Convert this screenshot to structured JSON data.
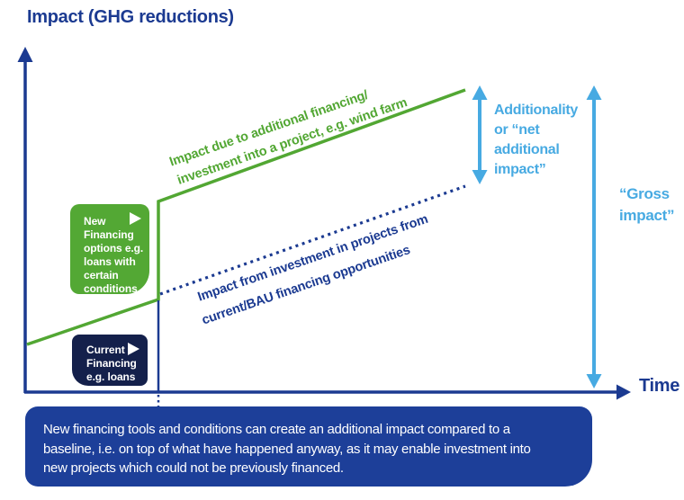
{
  "title": "Impact (GHG reductions)",
  "x_axis_label": "Time",
  "line_labels": {
    "additional": [
      "Impact due to additional financing/",
      "investment into a project, e.g. wind farm"
    ],
    "bau": [
      "Impact from investment in projects from",
      "current/BAU financing opportunities"
    ]
  },
  "boxes": {
    "new_financing": {
      "lines": [
        "New",
        "Financing",
        "options e.g.",
        "loans with",
        "certain",
        "conditions"
      ]
    },
    "current_financing": {
      "lines": [
        "Current",
        "Financing",
        "e.g. loans"
      ]
    }
  },
  "annotations": {
    "additionality": {
      "lines": [
        "Additionality",
        "or “net",
        "additional",
        "impact”"
      ]
    },
    "gross_impact": {
      "lines": [
        "“Gross",
        "impact”"
      ]
    }
  },
  "banner": {
    "lines": [
      "New financing tools and conditions can create an additional impact compared to a",
      "baseline, i.e. on top of what have happened anyway, as it may enable investment into",
      "new projects which could not be previously financed."
    ]
  },
  "colors": {
    "navy": "#1b3a91",
    "green": "#52a733",
    "light_blue": "#47aae2",
    "banner_blue": "#1d3f99",
    "dark_box_navy": "#14204b"
  }
}
